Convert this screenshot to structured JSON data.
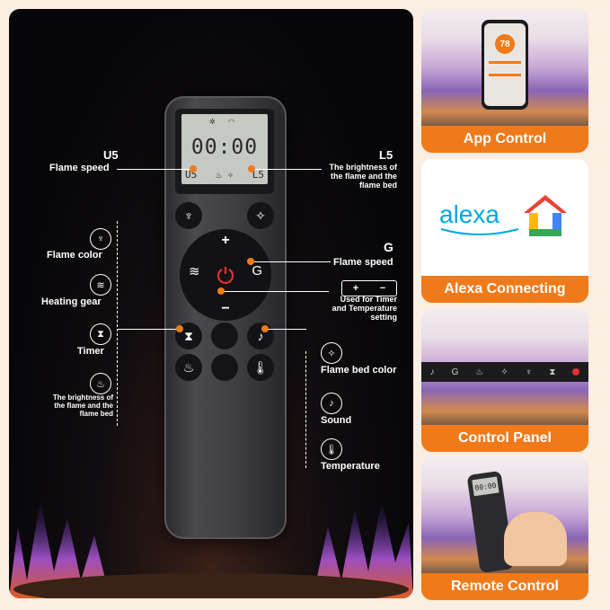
{
  "remote": {
    "lcd_time": "00:00",
    "lcd_left": "U5",
    "lcd_right": "L5"
  },
  "labels": {
    "u5_code": "U5",
    "u5_desc": "Flame speed",
    "l5_code": "L5",
    "l5_desc": "The brightness of the flame and the flame bed",
    "flame_speed": "Flame speed",
    "timer_temp": "Used for Timer and Temperature setting",
    "flame_color": "Flame color",
    "heating_gear": "Heating gear",
    "timer": "Timer",
    "brightness": "The brightness of the flame and the flame bed",
    "flame_bed_color": "Flame bed color",
    "sound": "Sound",
    "temperature": "Temperature",
    "plus_symbol": "+",
    "minus_symbol": "−"
  },
  "cards": [
    {
      "label": "App Control",
      "phone_value": "78"
    },
    {
      "label": "Alexa Connecting",
      "brand": "alexa"
    },
    {
      "label": "Control Panel"
    },
    {
      "label": "Remote Control",
      "remote_time": "00:00"
    }
  ],
  "colors": {
    "accent": "#f07a1a",
    "power": "#e53030"
  }
}
